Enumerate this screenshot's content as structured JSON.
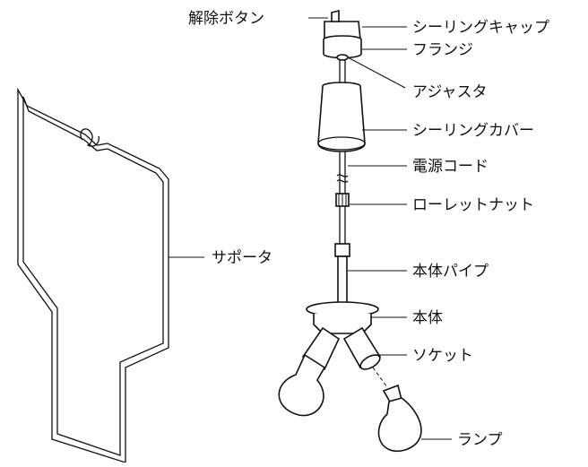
{
  "labels": {
    "release_button": "解除ボタン",
    "ceiling_cap": "シーリングキャップ",
    "flange": "フランジ",
    "adjuster": "アジャスタ",
    "ceiling_cover": "シーリングカバー",
    "power_cord": "電源コード",
    "knurled_nut": "ローレットナット",
    "supporter": "サポータ",
    "body_pipe": "本体パイプ",
    "body": "本体",
    "socket": "ソケット",
    "lamp": "ランプ"
  }
}
